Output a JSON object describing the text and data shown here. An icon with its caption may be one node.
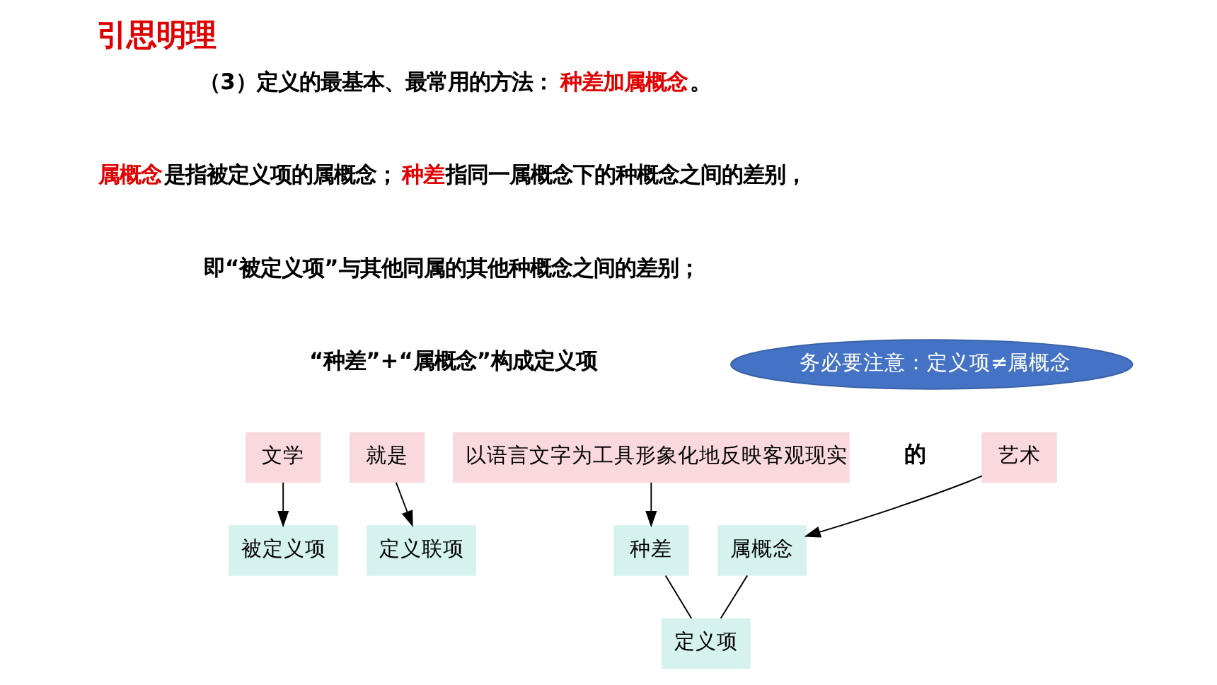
{
  "diagram": {
    "title": "引思明理",
    "nodes": [
      {
        "text": [
          "务必要注意：定义项≠属概念"
        ]
      },
      {
        "text": [
          "文学"
        ]
      },
      {
        "text": [
          "就是"
        ]
      },
      {
        "text": [
          "以语言文字为工具形象化地反映客观现实"
        ]
      },
      {
        "text": [
          "艺术"
        ]
      },
      {
        "text": [
          "被定义项"
        ]
      },
      {
        "text": [
          "定义联项"
        ]
      },
      {
        "text": [
          "种差"
        ]
      },
      {
        "text": [
          "属概念"
        ]
      },
      {
        "text": [
          "定义项"
        ]
      }
    ],
    "edges": [
      {
        "from": 1,
        "to": 5,
        "arrow": "to"
      },
      {
        "from": 2,
        "to": 6,
        "arrow": "to"
      },
      {
        "from": 3,
        "to": 7,
        "arrow": "to"
      },
      {
        "from": 4,
        "to": 8,
        "arrow": "to"
      },
      {
        "from": 7,
        "to": 9,
        "arrow": "none"
      },
      {
        "from": 8,
        "to": 9,
        "arrow": "none"
      }
    ],
    "labels": [
      "（3）定义的最基本、最常用的方法：**种差加属概念**。",
      "**属概念**是指被定义项的属概念；**种差**指同一属概念下的种概念之间的差别，",
      "即“被定义项”与其他同属的其他种概念之间的差别；",
      "“种差”+“属概念”构成定义项",
      "的"
    ]
  }
}
